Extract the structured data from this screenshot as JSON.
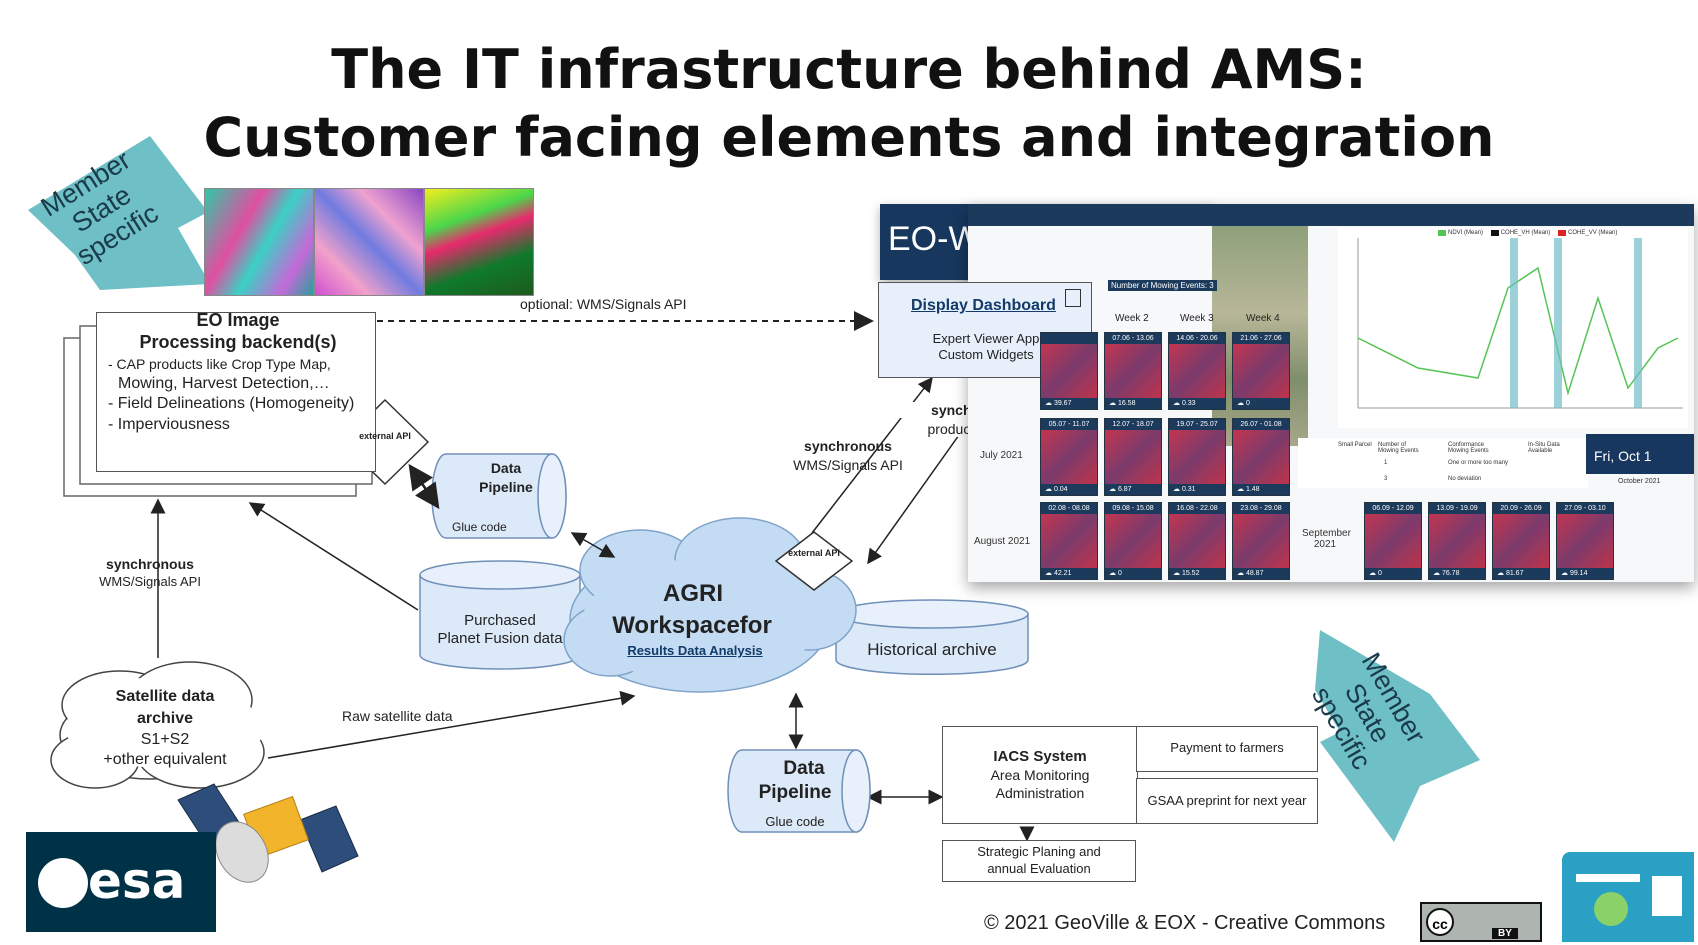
{
  "title": {
    "line1": "The IT infrastructure behind AMS:",
    "line2": "Customer facing elements and integration"
  },
  "member_state_top": {
    "line1": "Member",
    "line2": "State",
    "line3": "specific"
  },
  "member_state_bottom": {
    "line1": "Member",
    "line2": "State",
    "line3": "specific"
  },
  "eo_backend": {
    "title1": "EO Image",
    "title2": "Processing backend(s)",
    "bullets": [
      "- CAP products like Crop Type Map,",
      "Mowing, Harvest Detection,…",
      "- Field Delineations (Homogeneity)",
      "- Imperviousness"
    ],
    "api": "external API"
  },
  "optional_link": "optional: WMS/Signals API",
  "data_pipeline_top": {
    "title1": "Data",
    "title2": "Pipeline",
    "sub": "Glue code"
  },
  "data_pipeline_bottom": {
    "title1": "Data",
    "title2": "Pipeline",
    "sub": "Glue code"
  },
  "sync_left": {
    "title": "synchronous",
    "sub": "WMS/Signals API"
  },
  "sync_mid": {
    "title": "synchronous",
    "sub": "WMS/Signals API"
  },
  "sync_right": {
    "title": "synchronous",
    "sub": "products config"
  },
  "satellite_archive": {
    "l1": "Satellite data",
    "l2": "archive",
    "l3": "S1+S2",
    "l4": "+other equivalent"
  },
  "raw_data": "Raw satellite data",
  "purchased": {
    "l1": "Purchased",
    "l2": "Planet Fusion data"
  },
  "agri": {
    "l1": "AGRI",
    "l2": "Workspacefor",
    "link": "Results Data Analysis",
    "api": "external API"
  },
  "historical": "Historical archive",
  "widget_header": "EO-WIDGET AgriApp",
  "dashboard": {
    "link": "Display Dashboard",
    "l1": "Expert Viewer App",
    "l2": "Custom Widgets"
  },
  "widget": {
    "weeks": [
      "Week 2",
      "Week 3",
      "Week 4"
    ],
    "months": [
      "July 2021",
      "August 2021",
      "September 2021"
    ],
    "mowing_events": "Number of Mowing Events: 3",
    "date_badge": "Fri, Oct 1",
    "cal_month": "October 2021",
    "row1": [
      {
        "cap": "",
        "val": "39.67"
      },
      {
        "cap": "07.06 - 13.06",
        "val": "16.58"
      },
      {
        "cap": "14.06 - 20.06",
        "val": "0.33"
      },
      {
        "cap": "21.06 - 27.06",
        "val": "0"
      }
    ],
    "row2": [
      {
        "cap": "05.07 - 11.07",
        "val": "0.04"
      },
      {
        "cap": "12.07 - 18.07",
        "val": "6.87"
      },
      {
        "cap": "19.07 - 25.07",
        "val": "0.31"
      },
      {
        "cap": "26.07 - 01.08",
        "val": "1.48"
      }
    ],
    "row3": [
      {
        "cap": "02.08 - 08.08",
        "val": "42.21"
      },
      {
        "cap": "09.08 - 15.08",
        "val": "0"
      },
      {
        "cap": "16.08 - 22.08",
        "val": "15.52"
      },
      {
        "cap": "23.08 - 29.08",
        "val": "48.87"
      }
    ],
    "row4": [
      {
        "cap": "06.09 - 12.09",
        "val": "0"
      },
      {
        "cap": "13.09 - 19.09",
        "val": "76.78"
      },
      {
        "cap": "20.09 - 26.09",
        "val": "81.67"
      },
      {
        "cap": "27.09 - 03.10",
        "val": "99.14"
      }
    ],
    "table_headers": [
      "Small Parcel",
      "Number of Mowing Events",
      "Conformance Mowing Events",
      "In-Situ Data Available"
    ],
    "table_r1": [
      "1",
      "One or more too many"
    ],
    "table_r2": [
      "3",
      "No deviation"
    ],
    "legend": [
      "NDVI (Mean)",
      "COHE_VH (Mean)",
      "COHE_VV (Mean)"
    ]
  },
  "iacs": {
    "l1": "IACS System",
    "l2": "Area Monitoring",
    "l3": "Administration"
  },
  "payment": "Payment to farmers",
  "gsaa": "GSAA preprint for next year",
  "strategic": {
    "l1": "Strategic Planing and",
    "l2": "annual Evaluation"
  },
  "copyright": "© 2021 GeoVille & EOX - Creative Commons",
  "cc_badge": {
    "cc": "cc",
    "by": "BY"
  },
  "esa_logo": "esa",
  "colors": {
    "teal": "#6fbfc6",
    "cloud": "#c3dcf3",
    "navy": "#17375e",
    "esa": "#003247"
  }
}
